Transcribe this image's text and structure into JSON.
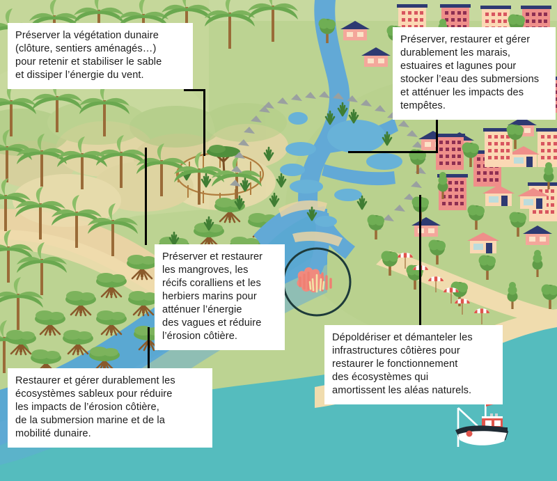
{
  "figure": {
    "type": "illustration-infographic",
    "subject": "Solutions fondées sur la nature pour la protection du littoral",
    "language": "fr"
  },
  "palette": {
    "sky_land_green": "#bcd392",
    "land_green_light": "#c5d79a",
    "land_green_mid": "#a9c77f",
    "dune_sand": "#e9d3a4",
    "beach_sand": "#f0dcae",
    "water_teal": "#55bcbe",
    "water_blue": "#5aa8d2",
    "river_blue": "#62a9d6",
    "building_pink": "#ef8f8a",
    "building_salmon": "#f4a79b",
    "building_cream": "#fbd8b4",
    "roof_navy": "#2e3a72",
    "tree_green": "#6aa84f",
    "tree_dark": "#4c8a3c",
    "trunk_brown": "#8a5a2b",
    "coral_pink": "#f08a7e",
    "rock_grey": "#9aa0a0",
    "leader_black": "#000000",
    "callout_white": "#ffffff"
  },
  "callouts": [
    {
      "id": "dune-vegetation",
      "name": "callout-dune-vegetation",
      "text": "Préserver la végétation dunaire\n(clôture, sentiers aménagés…)\npour retenir et stabiliser le sable\net dissiper l’énergie du vent."
    },
    {
      "id": "marshes",
      "name": "callout-marshes-estuaries",
      "text": "Préserver, restaurer et gérer\ndurablement les marais,\nestuaires et lagunes pour\nstocker l’eau des submersions\net atténuer les impacts des\ntempêtes."
    },
    {
      "id": "mangroves",
      "name": "callout-mangroves-coral",
      "text": "Préserver et restaurer\nles mangroves, les\nrécifs coralliens et les\nherbiers marins pour\natténuer l’énergie\ndes vagues et réduire\nl’érosion côtière."
    },
    {
      "id": "depolderisation",
      "name": "callout-depolderisation",
      "text": "Dépoldériser et démanteler les\ninfrastructures côtières pour\nrestaurer le fonctionnement\ndes écosystèmes qui\namortissent les aléas naturels."
    },
    {
      "id": "sandy-ecosystems",
      "name": "callout-sandy-ecosystems",
      "text": "Restaurer et gérer durablement les\nécosystèmes sableux pour réduire\nles impacts de l’érosion côtière,\nde la submersion marine et de la\nmobilité dunaire."
    }
  ],
  "scene_elements": [
    {
      "name": "dune-fence",
      "label": "clôture ganivelle sur dune"
    },
    {
      "name": "palm-forest",
      "label": "forêt de palmiers / végétation dunaire"
    },
    {
      "name": "mangrove-belt",
      "label": "mangrove"
    },
    {
      "name": "coral-reef-circle",
      "label": "récif corallien (détail encerclé)"
    },
    {
      "name": "marsh-delta",
      "label": "marais et estuaire"
    },
    {
      "name": "riprap-dike",
      "label": "digue enrochée"
    },
    {
      "name": "village-buildings",
      "label": "village et immeubles côtiers"
    },
    {
      "name": "beach-umbrellas",
      "label": "parasols de plage"
    },
    {
      "name": "fishing-boat",
      "label": "bateau de pêche"
    },
    {
      "name": "coastal-water",
      "label": "mer / océan"
    }
  ]
}
